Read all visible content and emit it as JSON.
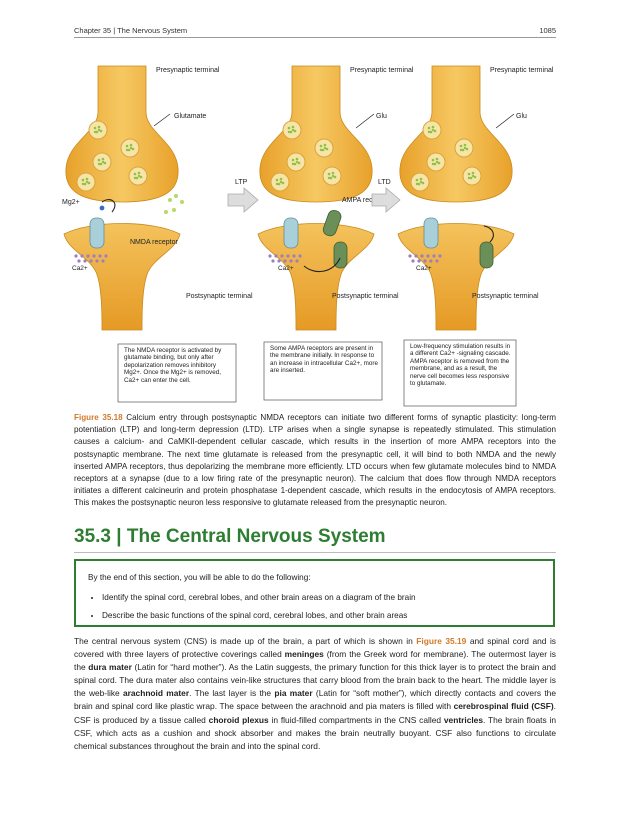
{
  "header": {
    "chapter": "Chapter 35 | The Nervous System",
    "page_number": "1085"
  },
  "figure": {
    "panels": [
      {
        "presynaptic": "Presynaptic terminal",
        "neurotransmitter": "Glutamate",
        "ion": "Mg2+",
        "receptor": "NMDA receptor",
        "calcium": "Ca2+",
        "postsynaptic": "Postsynaptic terminal",
        "note": "The NMDA receptor is activated by glutamate binding, but only after depolarization removes inhibitory Mg2+. Once the Mg2+ is removed, Ca2+ can enter the cell."
      },
      {
        "presynaptic": "Presynaptic terminal",
        "neurotransmitter": "Glu",
        "receptor": "AMPA receptor",
        "calcium": "Ca2+",
        "postsynaptic": "Postsynaptic terminal",
        "note": "Some AMPA receptors are present in the membrane initially. In response to an increase in intracellular Ca2+, more are inserted."
      },
      {
        "presynaptic": "Presynaptic terminal",
        "neurotransmitter": "Glu",
        "calcium": "Ca2+",
        "postsynaptic": "Postsynaptic terminal",
        "note": "Low-frequency stimulation results in a different Ca2+ -signaling cascade. AMPA receptor is removed from the membrane, and as a result, the nerve cell becomes less responsive to glutamate."
      }
    ],
    "arrow_ltp": "LTP",
    "arrow_ltd": "LTD"
  },
  "caption": {
    "label": "Figure 35.18",
    "text": "Calcium entry through postsynaptic NMDA receptors can initiate two different forms of synaptic plasticity: long-term potentiation (LTP) and long-term depression (LTD). LTP arises when a single synapse is repeatedly stimulated. This stimulation causes a calcium- and CaMKII-dependent cellular cascade, which results in the insertion of more AMPA receptors into the postsynaptic membrane. The next time glutamate is released from the presynaptic cell, it will bind to both NMDA and the newly inserted AMPA receptors, thus depolarizing the membrane more efficiently. LTD occurs when few glutamate molecules bind to NMDA receptors at a synapse (due to a low firing rate of the presynaptic neuron). The calcium that does flow through NMDA receptors initiates a different calcineurin and protein phosphatase 1-dependent cascade, which results in the endocytosis of AMPA receptors. This makes the postsynaptic neuron less responsive to glutamate released from the presynaptic neuron."
  },
  "section": {
    "number": "35.3 |",
    "title": "The Central Nervous System"
  },
  "objectives": {
    "intro": "By the end of this section, you will be able to do the following:",
    "items": [
      "Identify the spinal cord, cerebral lobes, and other brain areas on a diagram of the brain",
      "Describe the basic functions of the spinal cord, cerebral lobes, and other brain areas"
    ]
  },
  "body": {
    "p1_a": "The central nervous system (CNS) is made up of the brain, a part of which is shown in ",
    "p1_ref": "Figure 35.19",
    "p1_b": " and spinal cord and is covered with three layers of protective coverings called ",
    "p1_t1": "meninges",
    "p1_c": " (from the Greek word for membrane). The outermost layer is the ",
    "p1_t2": "dura mater",
    "p1_d": " (Latin for “hard mother”). As the Latin suggests, the primary function for this thick layer is to protect the brain and spinal cord. The dura mater also contains vein-like structures that carry blood from the brain back to the heart. The middle layer is the web-like ",
    "p1_t3": "arachnoid mater",
    "p1_e": ". The last layer is the ",
    "p1_t4": "pia mater",
    "p1_f": " (Latin for “soft mother”), which directly contacts and covers the brain and spinal cord like plastic wrap. The space between the arachnoid and pia maters is filled with ",
    "p1_t5": "cerebrospinal fluid (CSF)",
    "p1_g": ". CSF is produced by a tissue called ",
    "p1_t6": "choroid plexus",
    "p1_h": " in fluid-filled compartments in the CNS called ",
    "p1_t7": "ventricles",
    "p1_i": ". The brain floats in CSF, which acts as a cushion and shock absorber and makes the brain neutrally buoyant. CSF also functions to circulate chemical substances throughout the brain and into the spinal cord."
  }
}
